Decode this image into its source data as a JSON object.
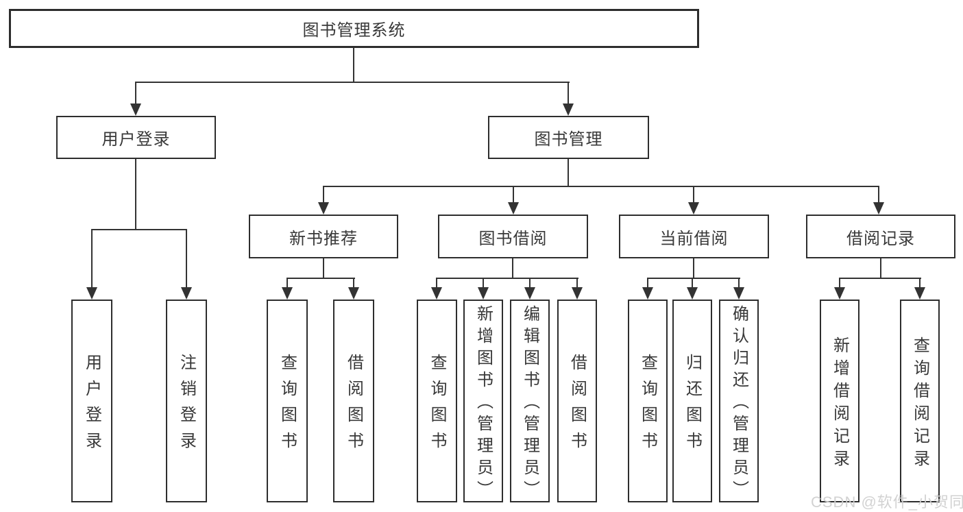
{
  "title": "图书管理系统",
  "watermark": "CSDN @软件_小贺同学",
  "colors": {
    "line": "#333333",
    "box_border": "#2d2d2d",
    "text": "#383838",
    "watermark": "#d0d0d0",
    "background": "#ffffff"
  },
  "tree": {
    "root": "图书管理系统",
    "children": [
      {
        "label": "用户登录",
        "children": [
          "用户登录",
          "注销登录"
        ]
      },
      {
        "label": "图书管理",
        "children": [
          {
            "label": "新书推荐",
            "children": [
              "查询图书",
              "借阅图书"
            ]
          },
          {
            "label": "图书借阅",
            "children": [
              "查询图书",
              "新增图书（管理员）",
              "编辑图书（管理员）",
              "借阅图书"
            ]
          },
          {
            "label": "当前借阅",
            "children": [
              "查询图书",
              "归还图书",
              "确认归还（管理员）"
            ]
          },
          {
            "label": "借阅记录",
            "children": [
              "新增借阅记录",
              "查询借阅记录"
            ]
          }
        ]
      }
    ]
  }
}
